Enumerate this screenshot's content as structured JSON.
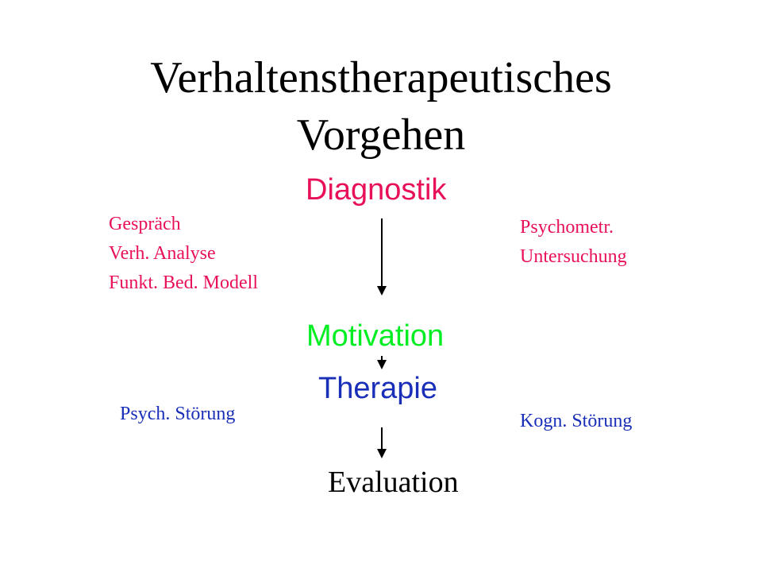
{
  "slide": {
    "title_line1": "Verhaltenstherapeutisches",
    "title_line2": "Vorgehen"
  },
  "flow": {
    "diagnostik": "Diagnostik",
    "motivation": "Motivation",
    "therapie": "Therapie",
    "evaluation": "Evaluation"
  },
  "diagnostik_left": [
    "Gespräch",
    "Verh. Analyse",
    "Funkt. Bed. Modell"
  ],
  "diagnostik_right": [
    "Psychometr.",
    "Untersuchung"
  ],
  "therapie_left": "Psych.  Störung",
  "therapie_right": "Kogn.  Störung",
  "colors": {
    "diagnostik": "#e8105a",
    "motivation": "#00ee22",
    "therapie": "#1a2fb8",
    "evaluation": "#000000",
    "arrow": "#000000"
  }
}
